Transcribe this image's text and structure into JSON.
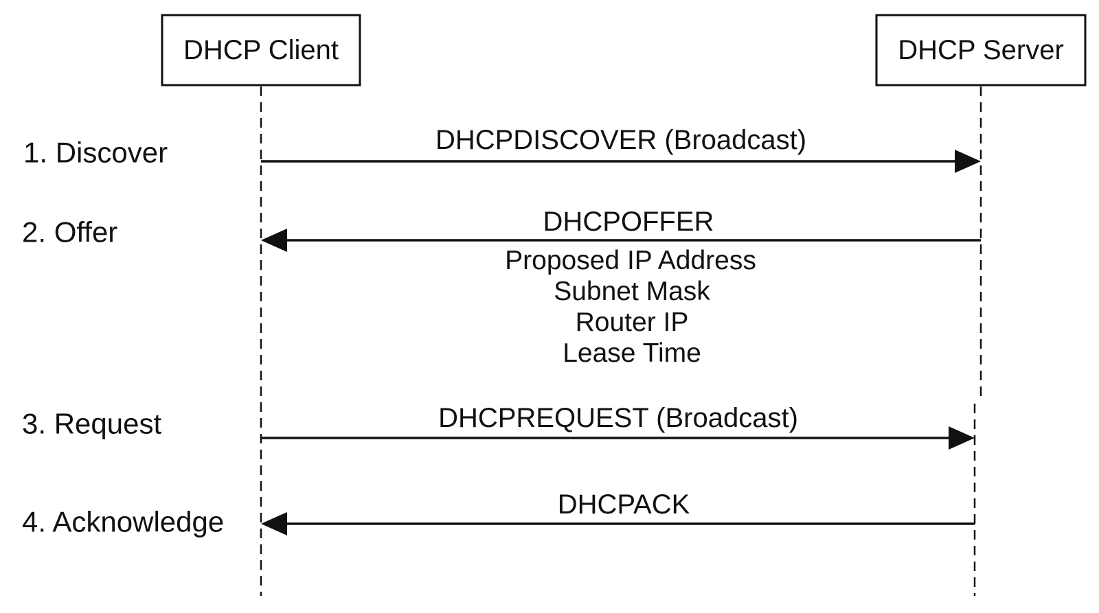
{
  "actors": {
    "client": "DHCP Client",
    "server": "DHCP Server"
  },
  "steps": [
    {
      "label": "1. Discover",
      "message": "DHCPDISCOVER (Broadcast)",
      "direction": "client-to-server"
    },
    {
      "label": "2. Offer",
      "message": "DHCPOFFER",
      "direction": "server-to-client"
    },
    {
      "label": "3. Request",
      "message": "DHCPREQUEST (Broadcast)",
      "direction": "client-to-server"
    },
    {
      "label": "4. Acknowledge",
      "message": "DHCPACK",
      "direction": "server-to-client"
    }
  ],
  "offer_details": [
    "Proposed IP Address",
    "Subnet Mask",
    "Router IP",
    "Lease Time"
  ]
}
